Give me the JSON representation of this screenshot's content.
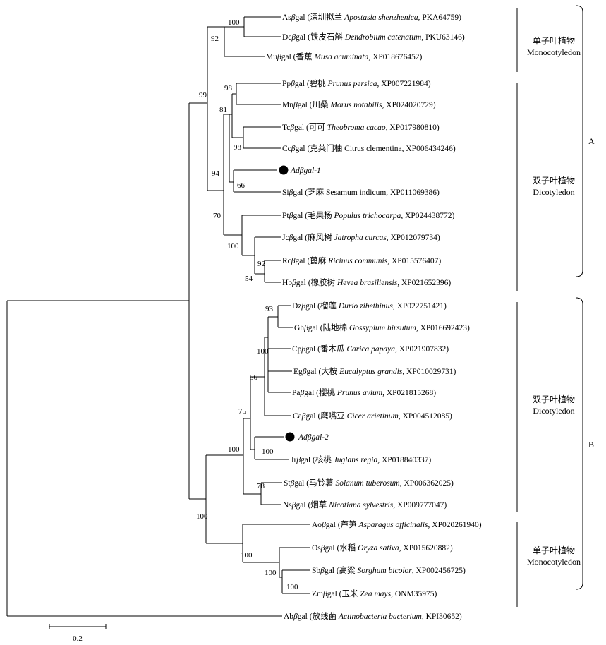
{
  "taxa": [
    {
      "id": "as",
      "abbr": "As",
      "cn": "深圳拟兰",
      "sp": "Apostasia shenzhenica",
      "sp_italic": true,
      "acc": "PKA64759"
    },
    {
      "id": "dc",
      "abbr": "Dc",
      "cn": "铁皮石斛",
      "sp": "Dendrobium catenatum",
      "sp_italic": true,
      "acc": "PKU63146"
    },
    {
      "id": "mu",
      "abbr": "Mu",
      "cn": "香蕉",
      "sp": "Musa acuminata",
      "sp_italic": true,
      "acc": "XP018676452"
    },
    {
      "id": "pp",
      "abbr": "Pp",
      "cn": "碧桃",
      "sp": "Prunus persica",
      "sp_italic": true,
      "acc": "XP007221984"
    },
    {
      "id": "mn",
      "abbr": "Mn",
      "cn": "川桑",
      "sp": "Morus notabilis",
      "sp_italic": true,
      "acc": "XP024020729"
    },
    {
      "id": "tc",
      "abbr": "Tc",
      "cn": "可可",
      "sp": "Theobroma cacao",
      "sp_italic": true,
      "acc": "XP017980810"
    },
    {
      "id": "cc",
      "abbr": "Cc",
      "cn": "克莱门柚",
      "sp": "Citrus clementina",
      "sp_italic": false,
      "acc": "XP006434246"
    },
    {
      "id": "ad1",
      "special": true,
      "name": "Adβgal-1"
    },
    {
      "id": "si",
      "abbr": "Si",
      "cn": "芝麻",
      "sp": "Sesamum indicum",
      "sp_italic": false,
      "acc": "XP011069386"
    },
    {
      "id": "pt",
      "abbr": "Pt",
      "cn": "毛果杨",
      "sp": "Populus trichocarpa",
      "sp_italic": true,
      "acc": "XP024438772"
    },
    {
      "id": "jc",
      "abbr": "Jc",
      "cn": "麻风树",
      "sp": "Jatropha curcas",
      "sp_italic": true,
      "acc": "XP012079734"
    },
    {
      "id": "rc",
      "abbr": "Rc",
      "cn": "蓖麻",
      "sp": "Ricinus communis",
      "sp_italic": true,
      "acc": "XP015576407"
    },
    {
      "id": "hb",
      "abbr": "Hb",
      "cn": "橡胶树",
      "sp": "Hevea brasiliensis",
      "sp_italic": true,
      "acc": "XP021652396"
    },
    {
      "id": "dz",
      "abbr": "Dz",
      "cn": "榴莲",
      "sp": "Durio zibethinus",
      "sp_italic": true,
      "acc": "XP022751421"
    },
    {
      "id": "gh",
      "abbr": "Gh",
      "cn": "陆地棉",
      "sp": "Gossypium hirsutum",
      "sp_italic": true,
      "acc": "XP016692423"
    },
    {
      "id": "cp",
      "abbr": "Cp",
      "cn": "番木瓜",
      "sp": "Carica papaya",
      "sp_italic": true,
      "acc": "XP021907832"
    },
    {
      "id": "eg",
      "abbr": "Eg",
      "cn": "大桉",
      "sp": "Eucalyptus grandis",
      "sp_italic": true,
      "acc": "XP010029731"
    },
    {
      "id": "pa",
      "abbr": "Pa",
      "cn": "樱桃",
      "sp": "Prunus avium",
      "sp_italic": true,
      "acc": "XP021815268"
    },
    {
      "id": "ca",
      "abbr": "Ca",
      "cn": "鹰嘴豆",
      "sp": "Cicer arietinum",
      "sp_italic": true,
      "acc": "XP004512085"
    },
    {
      "id": "ad2",
      "special": true,
      "name": "Adβgal-2"
    },
    {
      "id": "jr",
      "abbr": "Jr",
      "cn": "核桃",
      "sp": "Juglans regia",
      "sp_italic": true,
      "acc": "XP018840337"
    },
    {
      "id": "st",
      "abbr": "St",
      "cn": "马铃薯",
      "sp": "Solanum tuberosum",
      "sp_italic": true,
      "acc": "XP006362025"
    },
    {
      "id": "ns",
      "abbr": "Ns",
      "cn": "烟草",
      "sp": "Nicotiana sylvestris",
      "sp_italic": true,
      "acc": "XP009777047"
    },
    {
      "id": "ao",
      "abbr": "Ao",
      "cn": "芦笋",
      "sp": "Asparagus officinalis",
      "sp_italic": true,
      "acc": "XP020261940"
    },
    {
      "id": "os",
      "abbr": "Os",
      "cn": "水稻",
      "sp": "Oryza sativa",
      "sp_italic": true,
      "acc": "XP015620882"
    },
    {
      "id": "sb",
      "abbr": "Sb",
      "cn": "高粱",
      "sp": "Sorghum bicolor",
      "sp_italic": true,
      "acc": "XP002456725"
    },
    {
      "id": "zm",
      "abbr": "Zm",
      "cn": "玉米",
      "sp": "Zea mays",
      "sp_italic": true,
      "acc": "ONM35975"
    },
    {
      "id": "ab",
      "abbr": "Ab",
      "cn": "放线菌",
      "sp": "Actinobacteria bacterium",
      "sp_italic": true,
      "acc": "KPI30652"
    }
  ],
  "gene_symbol": "βgal",
  "bootstrap": [
    "100",
    "92",
    "98",
    "81",
    "98",
    "66",
    "94",
    "70",
    "100",
    "54",
    "92",
    "99",
    "93",
    "100",
    "56",
    "75",
    "100",
    "100",
    "78",
    "100",
    "100",
    "100"
  ],
  "groups": {
    "mono": {
      "cn": "单子叶植物",
      "en": "Monocotyledon"
    },
    "dico": {
      "cn": "双子叶植物",
      "en": "Dicotyledon"
    }
  },
  "clades": {
    "a": "A",
    "b": "B"
  },
  "scale_bar": {
    "value": 0.2,
    "label": "0.2"
  }
}
